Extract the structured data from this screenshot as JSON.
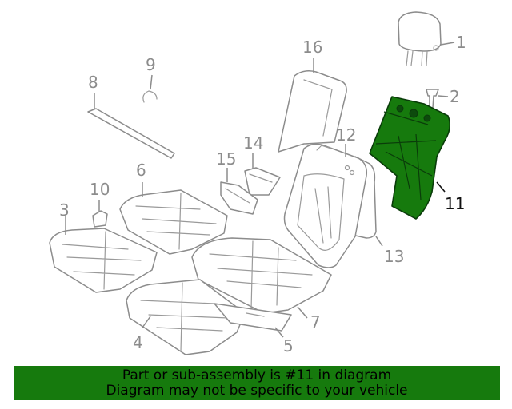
{
  "callouts": {
    "c1": "1",
    "c2": "2",
    "c3": "3",
    "c4": "4",
    "c5": "5",
    "c6": "6",
    "c7": "7",
    "c8": "8",
    "c9": "9",
    "c10": "10",
    "c11": "11",
    "c12": "12",
    "c13": "13",
    "c14": "14",
    "c15": "15",
    "c16": "16"
  },
  "highlighted_part": "11",
  "colors": {
    "highlight": "#167a0d",
    "banner": "#167a0d",
    "line": "#8c8c8c"
  },
  "banner": {
    "line1": "Part or sub-assembly is #11 in diagram",
    "line2": "Diagram may not be specific to your vehicle"
  }
}
